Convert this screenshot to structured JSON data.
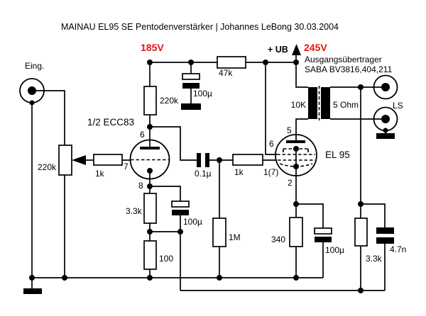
{
  "colors": {
    "ink": "#000000",
    "background": "#ffffff",
    "annotation_red": "#e8150f"
  },
  "header": {
    "title": "MAINAU  EL95 SE Pentodenverstärker | Johannes LeBong 30.03.2004"
  },
  "supply": {
    "stage1_voltage": "185V",
    "rail_label": "+ UB",
    "rail_voltage": "245V"
  },
  "input": {
    "jack_label": "Eing.",
    "volume_pot": "220k",
    "grid_stopper": "1k"
  },
  "stage1": {
    "tube": "1/2 ECC83",
    "pin_anode": "6",
    "pin_grid": "7",
    "pin_cathode": "8",
    "anode_resistor": "220k",
    "supply_filter_cap": "100µ",
    "supply_resistor": "47k",
    "cathode_resistor": "3.3k",
    "cathode_bypass_cap": "100µ",
    "feedback_shunt_resistor": "100"
  },
  "coupling": {
    "cap": "0.1µ",
    "grid_stopper": "1k",
    "grid_leak": "1M"
  },
  "stage2": {
    "tube": "EL 95",
    "pin_anode": "5",
    "pin_screen": "6",
    "pin_grid": "1(7)",
    "pin_cathode": "2",
    "cathode_resistor": "340",
    "cathode_bypass_cap": "100µ"
  },
  "output": {
    "description": "Ausgangsübertrager",
    "model": "SABA BV3816,404,211",
    "primary_impedance": "10K",
    "secondary_impedance": "5 Ohm",
    "speaker_label": "LS"
  },
  "feedback": {
    "resistor": "3.3k",
    "cap": "4.7n"
  }
}
